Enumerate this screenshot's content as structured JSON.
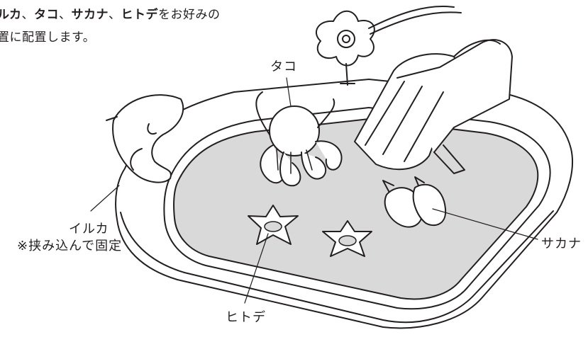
{
  "instructions": {
    "line1": {
      "part1": "ルカ",
      "sep1": "、",
      "part2": "タコ",
      "sep2": "、",
      "part3": "サカナ",
      "sep3": "、",
      "part4": "ヒトデ",
      "suffix": "をお好みの"
    },
    "line2": "置に配置します。"
  },
  "labels": {
    "octopus": "タコ",
    "dolphin": "イルカ",
    "dolphin_note": "※挟み込んで固定",
    "fish": "サカナ",
    "starfish": "ヒトデ"
  },
  "colors": {
    "line": "#231f20",
    "water": "#d9d9d9",
    "inflatable": "#ffffff"
  }
}
